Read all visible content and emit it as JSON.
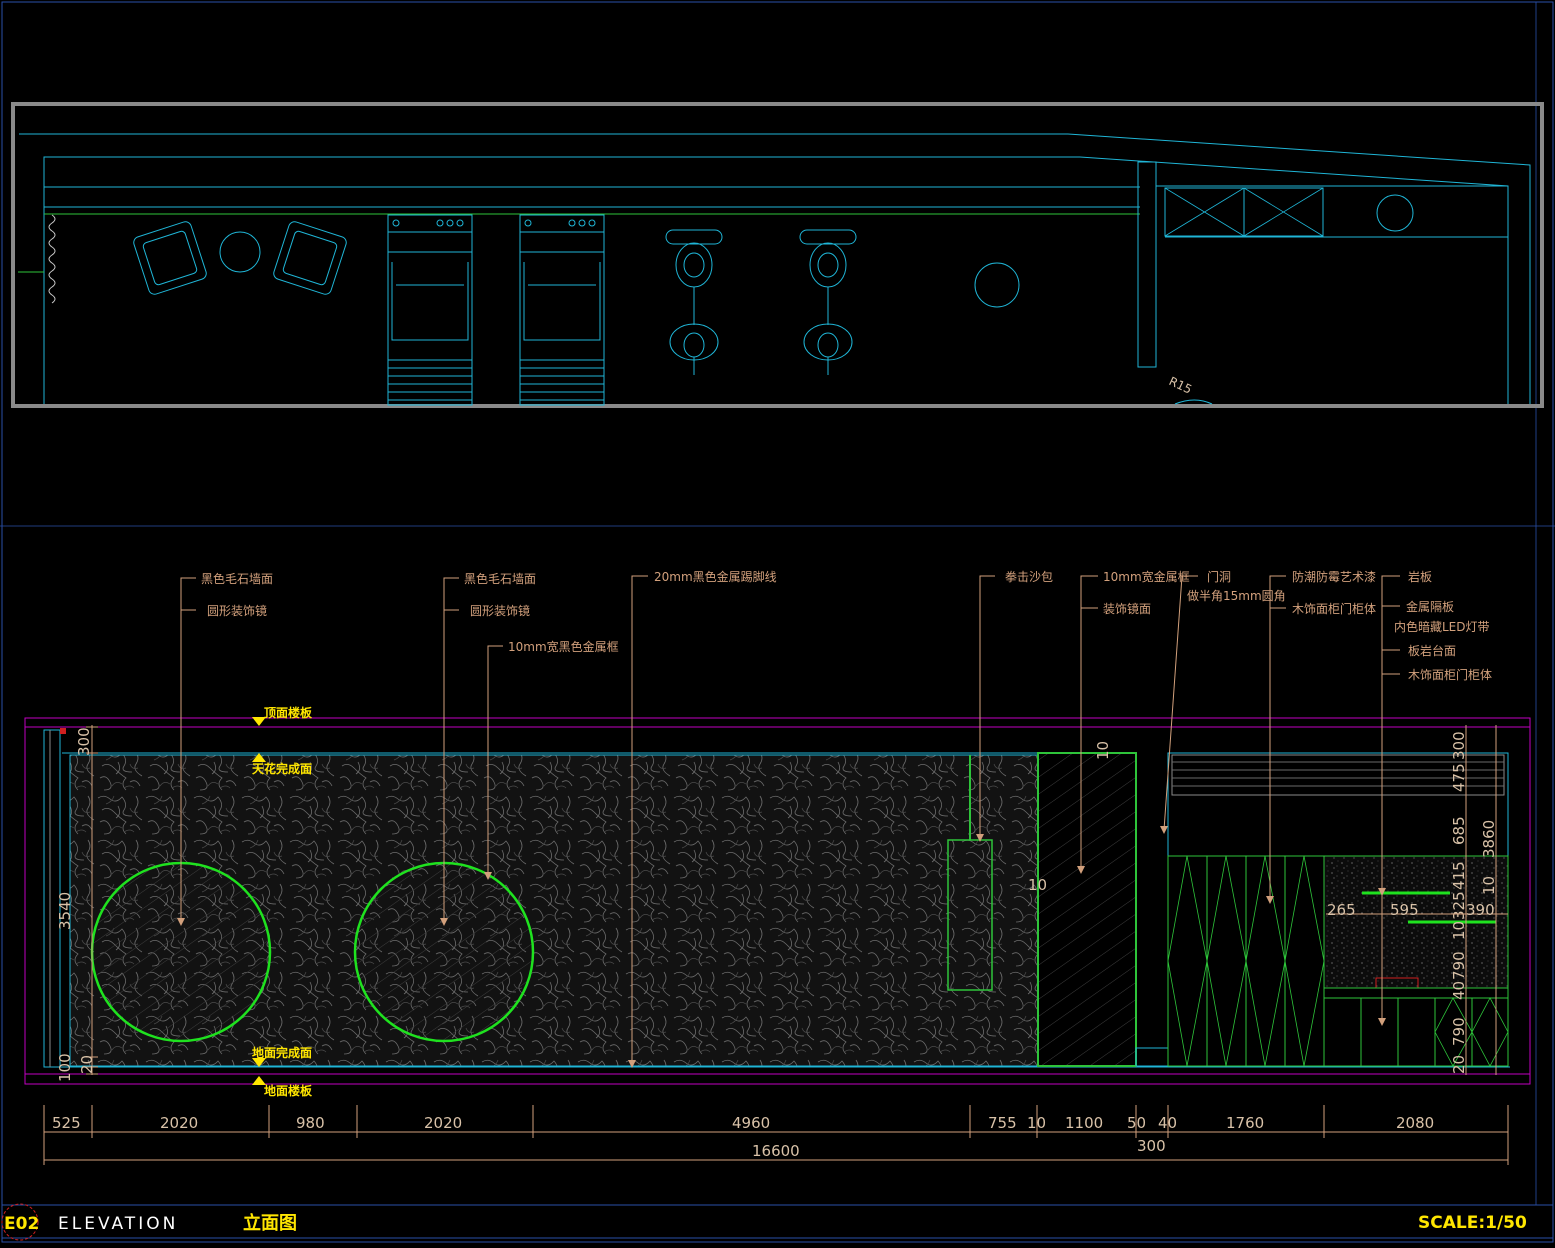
{
  "drawing": {
    "code": "E02",
    "title_en": "ELEVATION",
    "title_cn": "立面图",
    "scale": "SCALE:1/50"
  },
  "levels": {
    "ceiling_slab": "顶面楼板",
    "ceiling_finish": "天花完成面",
    "floor_finish": "地面完成面",
    "floor_slab": "地面楼板"
  },
  "callouts": {
    "c1_line1": "黑色毛石墙面",
    "c1_line2": "圆形装饰镜",
    "c2_line1": "黑色毛石墙面",
    "c2_line2": "圆形装饰镜",
    "c2_frame": "10mm宽黑色金属框",
    "skirting": "20mm黑色金属踢脚线",
    "boxing": "拳击沙包",
    "mirror_frame": "10mm宽金属框",
    "mirror": "装饰镜面",
    "door_1": "门洞",
    "door_2": "做半角15mm圆角",
    "paint": "防潮防霉艺术漆",
    "cabinet": "木饰面柜门柜体",
    "r1": "岩板",
    "r2": "金属隔板",
    "r3": "内色暗藏LED灯带",
    "r4": "板岩台面",
    "r5": "木饰面柜门柜体"
  },
  "plan": {
    "radius_label": "R15"
  },
  "dims": {
    "bottom": [
      "525",
      "2020",
      "980",
      "2020",
      "4960",
      "755",
      "10",
      "1100",
      "50",
      "40",
      "1760",
      "2080"
    ],
    "total": "16600",
    "sub_300": "300",
    "left_300": "300",
    "left_3540": "3540",
    "left_20": "20",
    "left_100": "100",
    "mirror_10a": "10",
    "mirror_10b": "10",
    "right_stack": [
      "300",
      "475",
      "685",
      "415",
      "10",
      "325",
      "10",
      "790",
      "40",
      "790",
      "20"
    ],
    "right_3860": "3860",
    "shelf_265": "265",
    "shelf_595": "595",
    "shelf_390": "390"
  }
}
